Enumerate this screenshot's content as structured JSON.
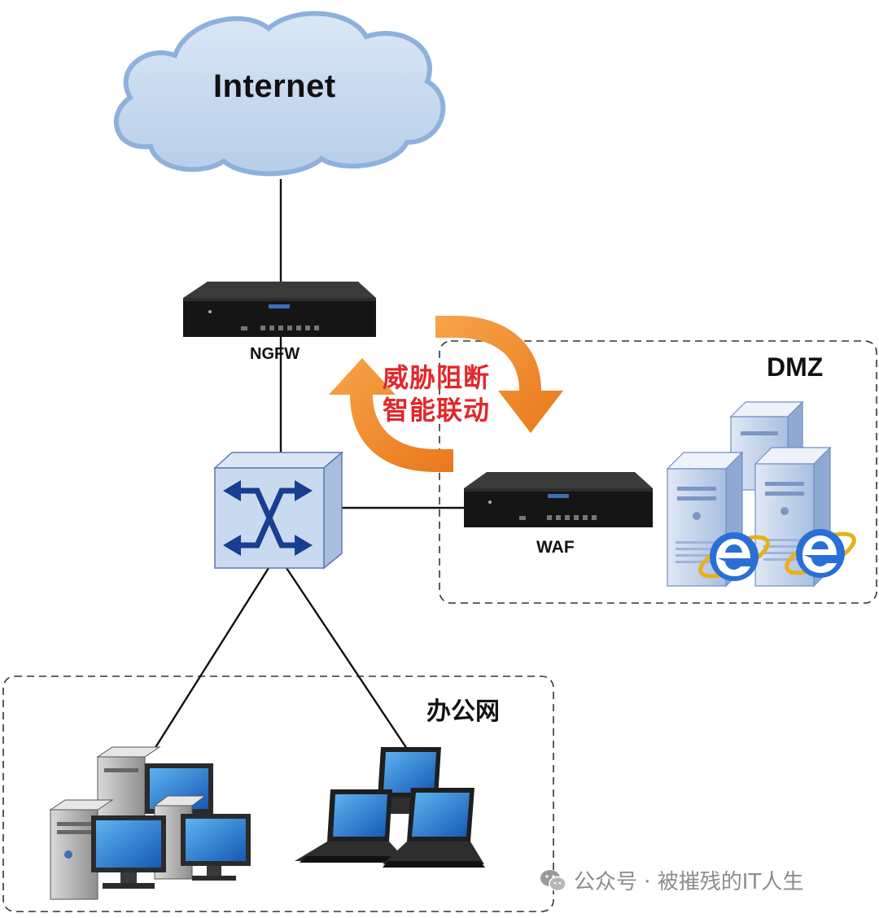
{
  "nodes": {
    "internet": "Internet",
    "ngfw": "NGFW",
    "waf": "WAF"
  },
  "zones": {
    "dmz": "DMZ",
    "office": "办公网"
  },
  "linkage": {
    "line1": "威胁阻断",
    "line2": "智能联动"
  },
  "watermark": "公众号 · 被摧残的IT人生",
  "colors": {
    "cloud_fill": "#c5d8ee",
    "cloud_edge": "#7fa6d6",
    "switch_fill": "#c9d9ef",
    "switch_arrow": "#183f8f",
    "arrow_orange": "#f08a24",
    "linkage_red": "#e3262a",
    "appliance": "#1c1c1c",
    "zone_border": "#333333",
    "ie_blue": "#2a6fd6"
  }
}
